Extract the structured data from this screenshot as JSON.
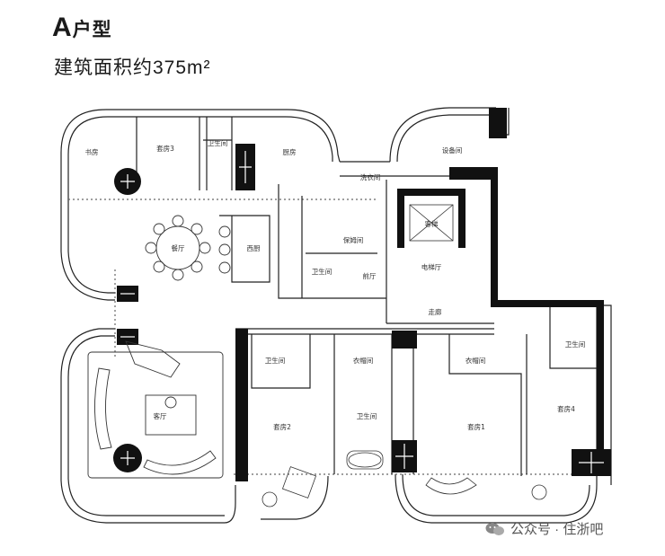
{
  "header": {
    "title_main": "A",
    "title_sub": "户型",
    "area_text": "建筑面积约375m²"
  },
  "rooms": {
    "study": "书房",
    "suite3": "套房3",
    "bath_a": "卫生间",
    "kitchen": "厨房",
    "equipment": "设备间",
    "laundry": "洗衣间",
    "dining": "餐厅",
    "western_kitchen": "西厨",
    "maid": "保姆间",
    "guest_lift": "客梯",
    "bath_b": "卫生间",
    "foyer": "前厅",
    "lift_hall": "电梯厅",
    "corridor": "走廊",
    "bath_c": "卫生间",
    "wardrobe_a": "衣帽间",
    "wardrobe_b": "衣帽间",
    "bath_d": "卫生间",
    "bath_e": "卫生间",
    "living": "客厅",
    "suite2": "套房2",
    "suite1": "套房1",
    "suite4": "套房4"
  },
  "watermark": {
    "text": "公众号 · 住浙吧",
    "icon": "wechat-logo-icon"
  }
}
